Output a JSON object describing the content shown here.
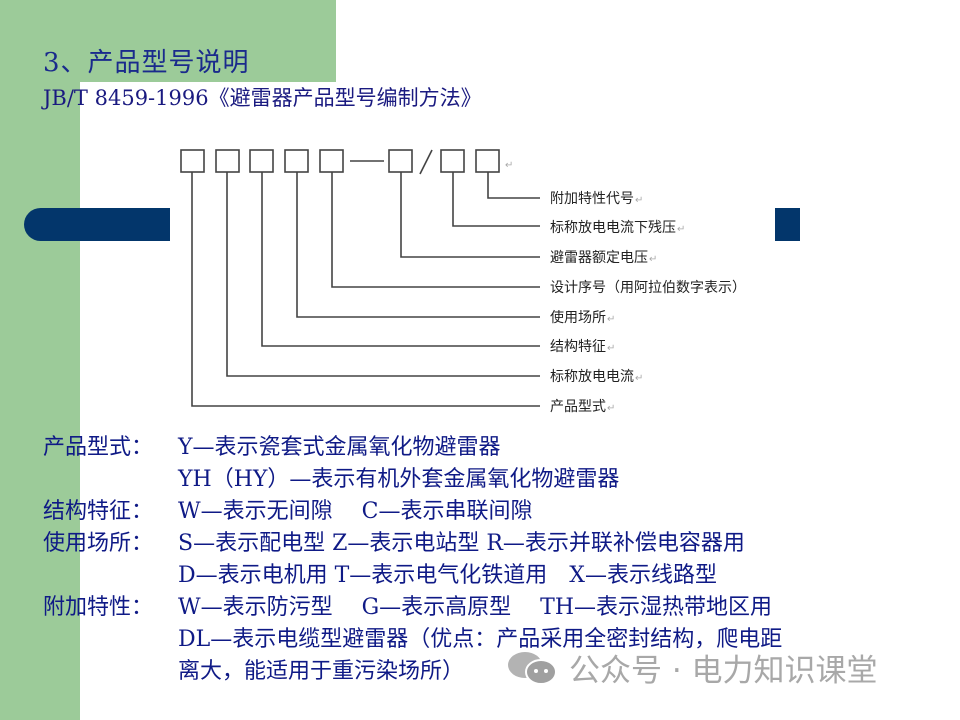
{
  "heading": {
    "title": "3、产品型号说明",
    "standard": "JB/T 8459-1996《避雷器产品型号编制方法》"
  },
  "diagram": {
    "code_template": [
      "□",
      "□",
      "□",
      "□",
      "□",
      "—",
      "□",
      "/",
      "□",
      "□"
    ],
    "labels": [
      "附加特性代号",
      "标称放电电流下残压",
      "避雷器额定电压",
      "设计序号（用阿拉伯数字表示）",
      "使用场所",
      "结构特征",
      "标称放电电流",
      "产品型式"
    ],
    "return_mark": "↵",
    "line_color": "#444444"
  },
  "descriptions": [
    {
      "label": "产品型式：",
      "text": "Y—表示瓷套式金属氧化物避雷器"
    },
    {
      "label": "",
      "text": "YH（HY）—表示有机外套金属氧化物避雷器"
    },
    {
      "label": "结构特征：",
      "text": "W—表示无间隙　 C—表示串联间隙"
    },
    {
      "label": "使用场所：",
      "text": "S—表示配电型 Z—表示电站型 R—表示并联补偿电容器用"
    },
    {
      "label": "",
      "text": "D—表示电机用 T—表示电气化铁道用　X—表示线路型"
    },
    {
      "label": "附加特性：",
      "text": "W—表示防污型　 G—表示高原型　 TH—表示湿热带地区用"
    },
    {
      "label": "",
      "text": "DL—表示电缆型避雷器（优点：产品采用全密封结构，爬电距"
    },
    {
      "label": "",
      "text": "离大，能适用于重污染场所）"
    }
  ],
  "watermark": {
    "icon": "wechat-icon",
    "text": "公众号 · 电力知识课堂"
  },
  "colors": {
    "green_bg": "#9ccb99",
    "navy_accent": "#03366b",
    "text_blue": "#0f1a86"
  }
}
